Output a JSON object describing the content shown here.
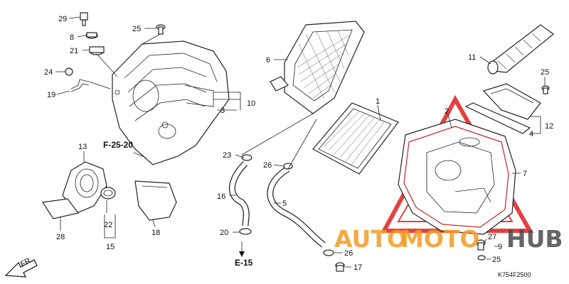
{
  "parts": {
    "p1": "1",
    "p2": "2",
    "p3": "3",
    "p4": "4",
    "p5": "5",
    "p6": "6",
    "p7": "7",
    "p8": "8",
    "p9": "9",
    "p10": "10",
    "p11": "11",
    "p12": "12",
    "p13": "13",
    "p15": "15",
    "p16": "16",
    "p17": "17",
    "p18": "18",
    "p19": "19",
    "p20": "20",
    "p21": "21",
    "p22": "22",
    "p23": "23",
    "p24": "24",
    "p25a": "25",
    "p25b": "25",
    "p25c": "25",
    "p26a": "26",
    "p26b": "26",
    "p27": "27",
    "p28": "28",
    "p29": "29"
  },
  "refs": {
    "f25": "F-25-20",
    "e15": "E-15",
    "fr": "FR."
  },
  "watermark": {
    "auto": "AUTO",
    "moto": "MOTO",
    "hub": "HUB"
  },
  "code": "K754F2500",
  "colors": {
    "watermark_orange": "#f39a22",
    "watermark_dark": "#4a4a4a",
    "watermark_red": "#e02020"
  }
}
